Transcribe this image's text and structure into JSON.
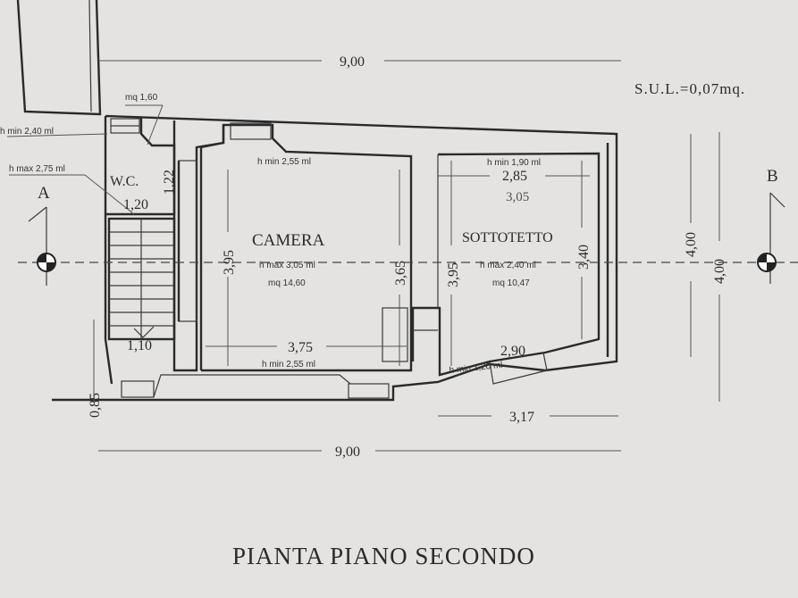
{
  "title": "PIANTA PIANO SECONDO",
  "sul": "S.U.L.=0,07mq.",
  "section_markers": {
    "left": "A",
    "right": "B"
  },
  "dimensions": {
    "top_total": "9,00",
    "bottom_total": "9,00",
    "bottom_right": "3,17",
    "right_inner": "4,00",
    "right_outer": "4,00",
    "left_bottom": "0,85"
  },
  "rooms": {
    "wc": {
      "name": "W.C.",
      "area": "mq 1,60",
      "width": "1,20",
      "depth": "1,22",
      "h_min": "h min 2,40 ml",
      "h_max": "h max 2,75 ml"
    },
    "stair": {
      "width": "1,10"
    },
    "camera": {
      "name": "CAMERA",
      "h_max": "h max 3,05 ml",
      "area": "mq 14,60",
      "h_min_top": "h min 2,55 ml",
      "h_min_bottom": "h min 2,55 ml",
      "width": "3,75",
      "depth_left": "3,95",
      "depth_right": "3,65"
    },
    "sottotetto": {
      "name": "SOTTOTETTO",
      "h_min_top": "h min 1,90 ml",
      "width_top": "2,85",
      "width_top2": "3,05",
      "h_max": "h max 2,40 ml",
      "area": "mq 10,47",
      "depth_left": "3,95",
      "depth_right": "3,40",
      "width_bottom": "2,90",
      "h_min_bottom": "h min 1,20 ml"
    }
  }
}
